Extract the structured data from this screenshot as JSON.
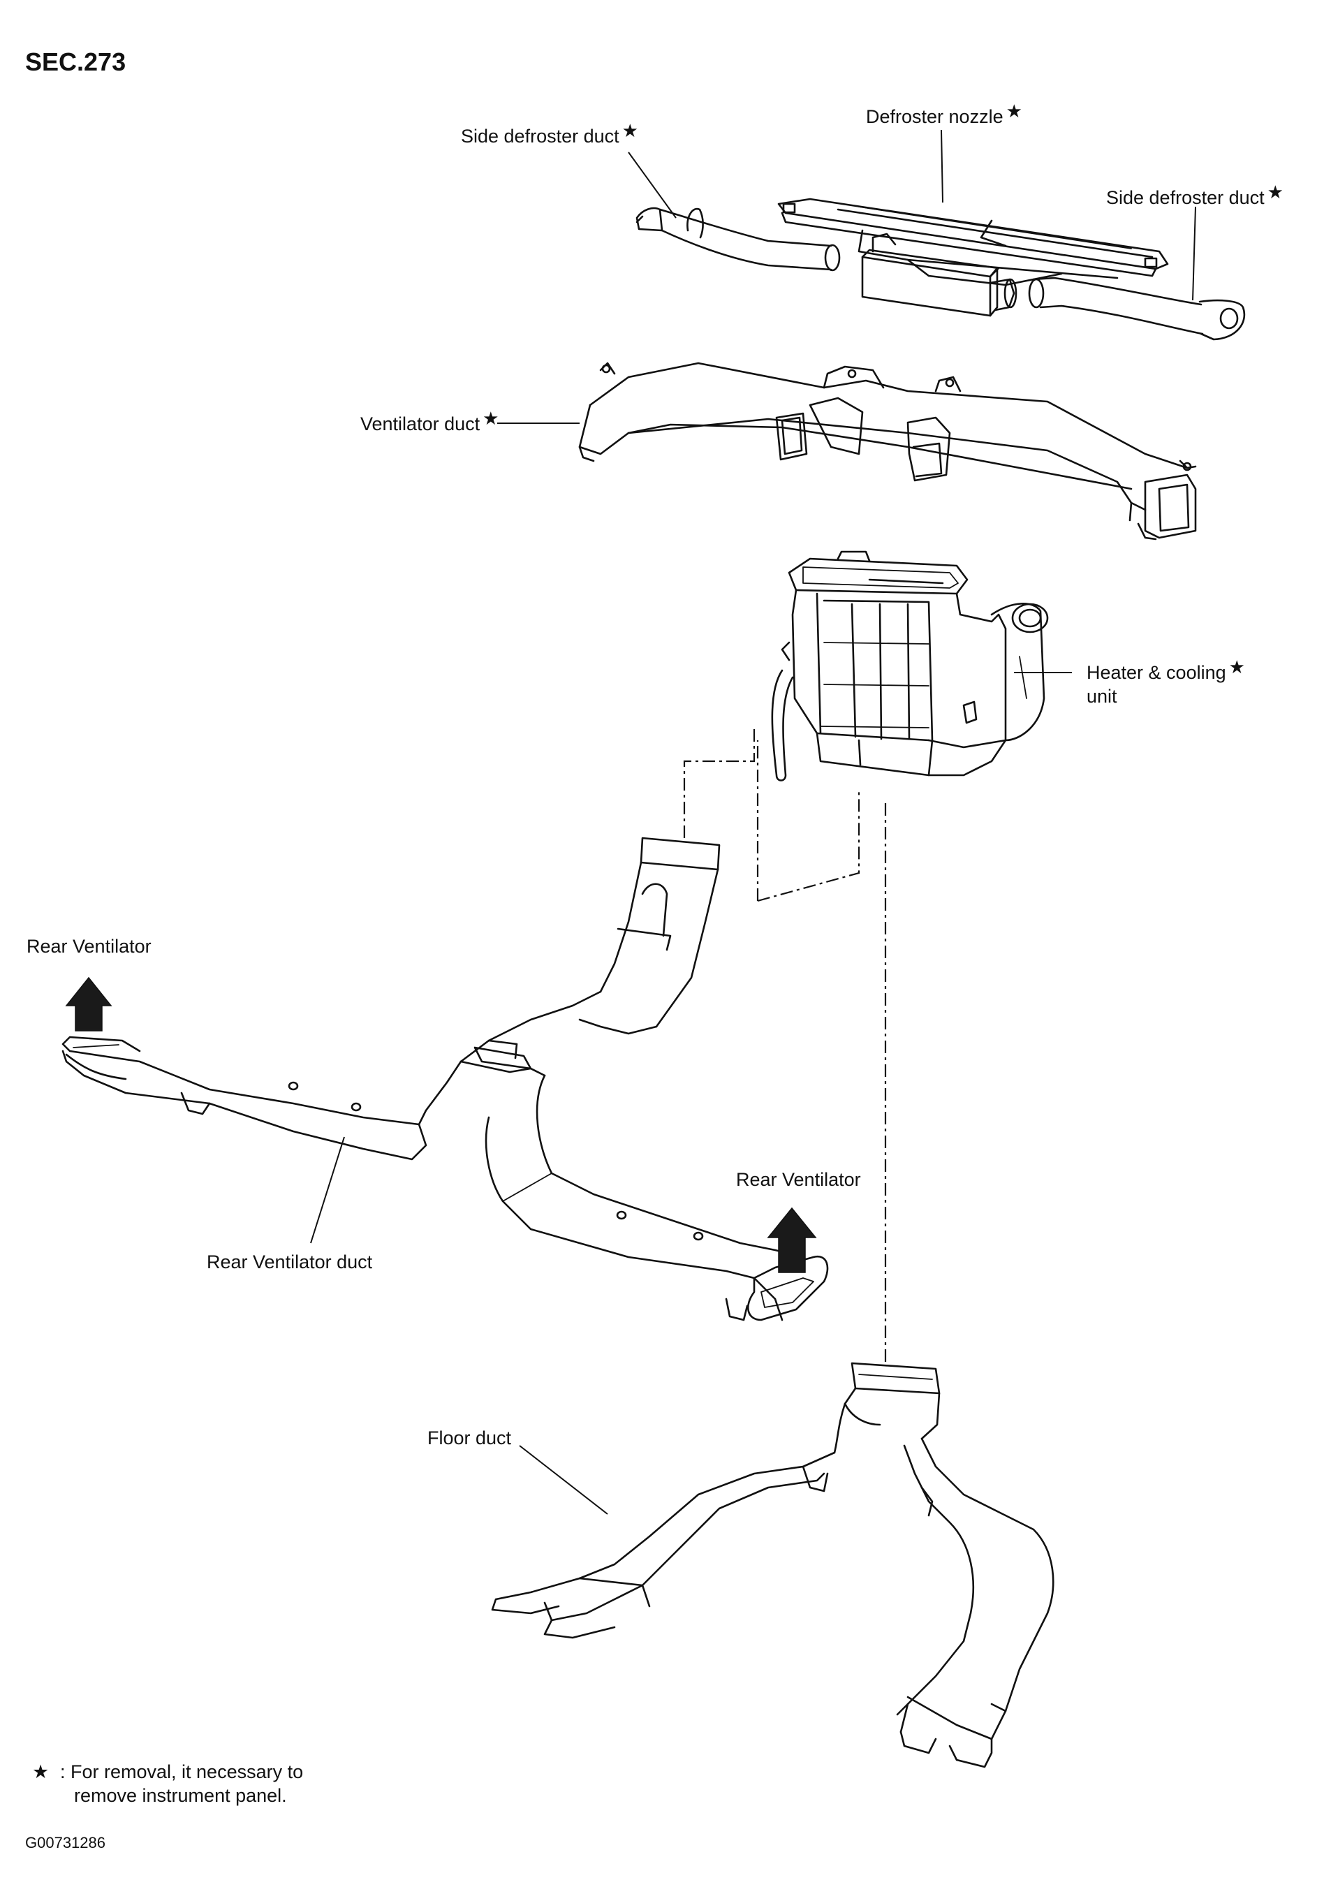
{
  "section": "SEC.273",
  "star": "★",
  "labels": {
    "side_defroster_duct_left": "Side defroster duct",
    "defroster_nozzle": "Defroster nozzle",
    "side_defroster_duct_right": "Side defroster duct",
    "ventilator_duct": "Ventilator duct",
    "heater_cooling_unit_line1": "Heater & cooling",
    "heater_cooling_unit_line2": "unit",
    "rear_ventilator_left": "Rear Ventilator",
    "rear_ventilator_right": "Rear Ventilator",
    "rear_ventilator_duct": "Rear Ventilator duct",
    "floor_duct": "Floor duct"
  },
  "footnote": {
    "line1": ": For removal, it necessary to",
    "line2": "remove instrument panel."
  },
  "figure_id": "G00731286",
  "colors": {
    "ink": "#111111",
    "arrow": "#1a1a1a",
    "background": "#ffffff"
  }
}
